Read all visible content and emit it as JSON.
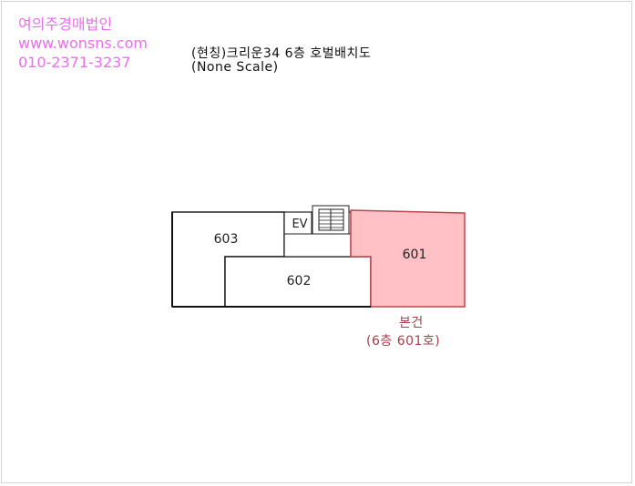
{
  "brand": {
    "name": "여의주경매법인",
    "url": "www.wonsns.com",
    "phone": "010-2371-3237"
  },
  "title": {
    "main": "(현칭)크리운34 6층 호벌배치도",
    "sub": "(None Scale)"
  },
  "units": {
    "u603": "603",
    "u602": "602",
    "u601": "601",
    "ev": "EV"
  },
  "caption": {
    "line1": "본건",
    "line2": "(6층 601호)"
  },
  "colors": {
    "brand": "#e86fe8",
    "highlight_fill": "#ffc0c6",
    "highlight_stroke": "#c0454f",
    "caption": "#a53f4d"
  }
}
